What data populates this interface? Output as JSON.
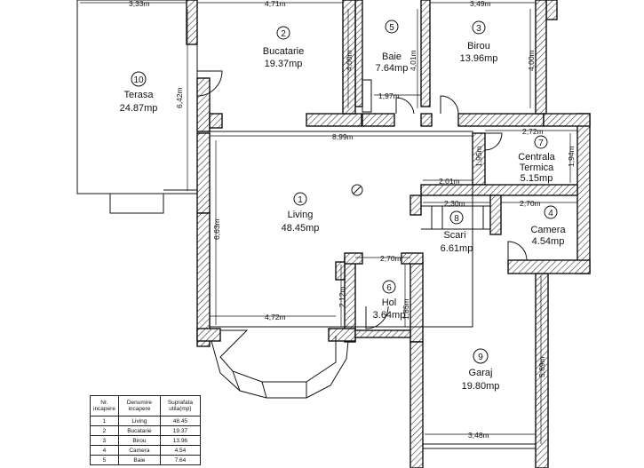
{
  "rooms": [
    {
      "num": "1",
      "name": "Living",
      "area": "48.45mp"
    },
    {
      "num": "2",
      "name": "Bucatarie",
      "area": "19.37mp"
    },
    {
      "num": "3",
      "name": "Birou",
      "area": "13.96mp"
    },
    {
      "num": "4",
      "name": "Camera",
      "area": "4.54mp"
    },
    {
      "num": "5",
      "name": "Baie",
      "area": "7.64mp"
    },
    {
      "num": "6",
      "name": "Hol",
      "area": "3.64mp"
    },
    {
      "num": "7",
      "name": "Centrala",
      "name2": "Termica",
      "area": "5.15mp"
    },
    {
      "num": "8",
      "name": "Scari",
      "area": "6.61mp"
    },
    {
      "num": "9",
      "name": "Garaj",
      "area": "19.80mp"
    },
    {
      "num": "10",
      "name": "Terasa",
      "area": "24.87mp"
    }
  ],
  "dims": {
    "terasa_w": "3,33m",
    "bucatarie_w": "4,71m",
    "birou_w": "3,49m",
    "bucatarie_h": "4,00m",
    "baie_h": "4,01m",
    "birou_h": "4,00m",
    "terasa_h": "6,42m",
    "baie_w": "1,97m",
    "living_w": "8,99m",
    "centrala_w": "2,72m",
    "centrala_h": "1,94m",
    "scari_h": "1,95m",
    "scari_w": "2,01m",
    "scari_w2": "2,30m",
    "camera_w": "2,70m",
    "living_h": "6,63m",
    "hol_w": "2,70m",
    "hol_h1": "2,12m",
    "hol_h2": "1,85m",
    "living_bottom": "4,72m",
    "garaj_h": "5,69m",
    "garaj_w": "3,48m"
  },
  "legend": {
    "headers": [
      "Nr. incapere",
      "Denumire incapere",
      "Suprafata utila(mp)"
    ],
    "rows": [
      [
        "1",
        "Living",
        "48.45"
      ],
      [
        "2",
        "Bucatarie",
        "19.37"
      ],
      [
        "3",
        "Birou",
        "13.96"
      ],
      [
        "4",
        "Camera",
        "4.54"
      ],
      [
        "5",
        "Baie",
        "7.64"
      ]
    ]
  }
}
